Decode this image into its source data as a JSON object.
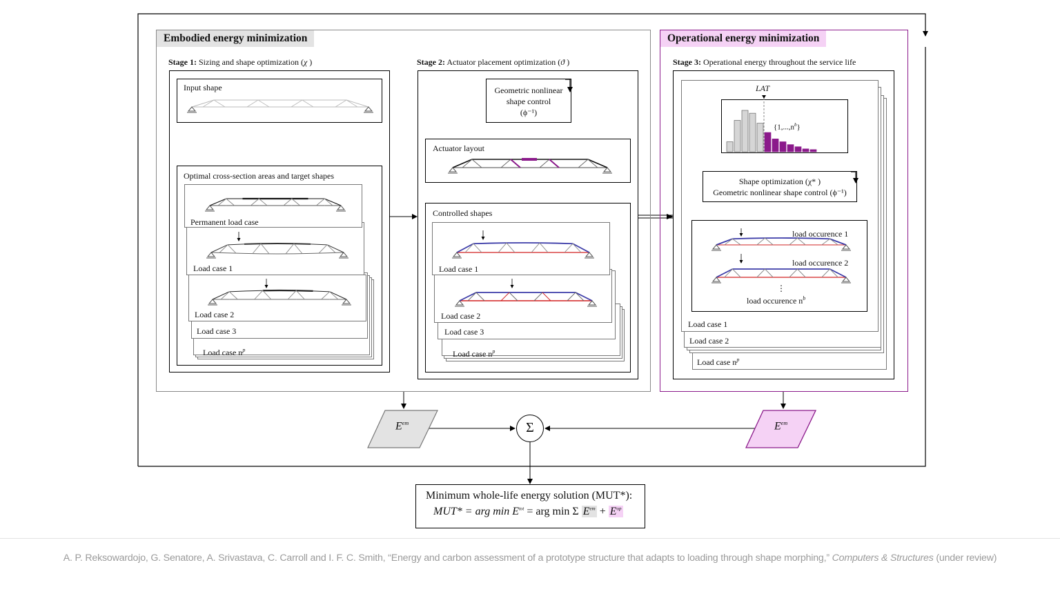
{
  "sections": {
    "embodied_title": "Embodied energy minimization",
    "operational_title": "Operational energy minimization"
  },
  "stage1": {
    "prefix": "Stage 1:",
    "text": "Sizing and shape optimization (",
    "symbol": "χ",
    "close": ")",
    "input_shape": "Input shape",
    "optimal": "Optimal cross-section areas and target shapes",
    "permanent": "Permanent load case",
    "load_case_1": "Load case 1",
    "load_case_2": "Load case 2",
    "load_case_3": "Load case 3",
    "load_case_np": "Load case n",
    "np_sup": "p"
  },
  "stage2": {
    "prefix": "Stage 2:",
    "text": "Actuator placement optimization (",
    "symbol": "ϑ",
    "close": ")",
    "gnsc_line1": "Geometric nonlinear",
    "gnsc_line2": "shape control",
    "gnsc_line3": "(ϕ⁻¹)",
    "actuator_layout": "Actuator layout",
    "controlled_shapes": "Controlled shapes",
    "load_case_1": "Load case 1",
    "load_case_2": "Load case 2",
    "load_case_3": "Load case 3",
    "load_case_np": "Load case n",
    "np_sup": "p"
  },
  "stage3": {
    "prefix": "Stage 3:",
    "text": "Operational energy throughout the service life",
    "lat": "LAT",
    "set_label": "{1,...,n",
    "set_sup": "b",
    "set_close": "}",
    "shape_opt": "Shape optimization (χ* )",
    "gnsc": "Geometric nonlinear shape control (ϕ⁻¹)",
    "occ1": "load occurence 1",
    "occ2": "load occurence 2",
    "dots": "⋮",
    "occn": "load occurence n",
    "occn_sup": "b",
    "load_case_1": "Load case 1",
    "load_case_2": "Load case 2",
    "load_case_np": "Load case n",
    "np_sup": "p"
  },
  "outputs": {
    "e_em": "E",
    "e_em_sup": "em",
    "e_op": "E",
    "e_op_sup": "em",
    "sigma": "Σ"
  },
  "result": {
    "line1": "Minimum whole-life energy solution (MUT*):",
    "line2_a": "MUT* = arg min E",
    "line2_tot": "tot",
    "line2_b": " = arg min Σ ",
    "line2_c": "E",
    "line2_c_sup": "em",
    "line2_plus": " + ",
    "line2_d": "E",
    "line2_d_sup": "op"
  },
  "histogram": {
    "values": [
      14,
      44,
      58,
      54,
      40,
      27,
      18,
      14,
      10,
      7,
      4,
      3
    ],
    "highlight_from": 5
  },
  "colors": {
    "purple": "#8b1a8b",
    "purple_fill": "#f5d2f5",
    "grey_fill": "#e3e3e3",
    "blue": "#3c3ca8",
    "red": "#d22020"
  },
  "citation": {
    "text": "A. P. Reksowardojo, G. Senatore, A. Srivastava, C. Carroll and  I. F. C. Smith, “Energy and carbon assessment of a prototype structure that adapts to loading through shape morphing,”",
    "journal": "Computers & Structures",
    "status": "(under review)"
  }
}
